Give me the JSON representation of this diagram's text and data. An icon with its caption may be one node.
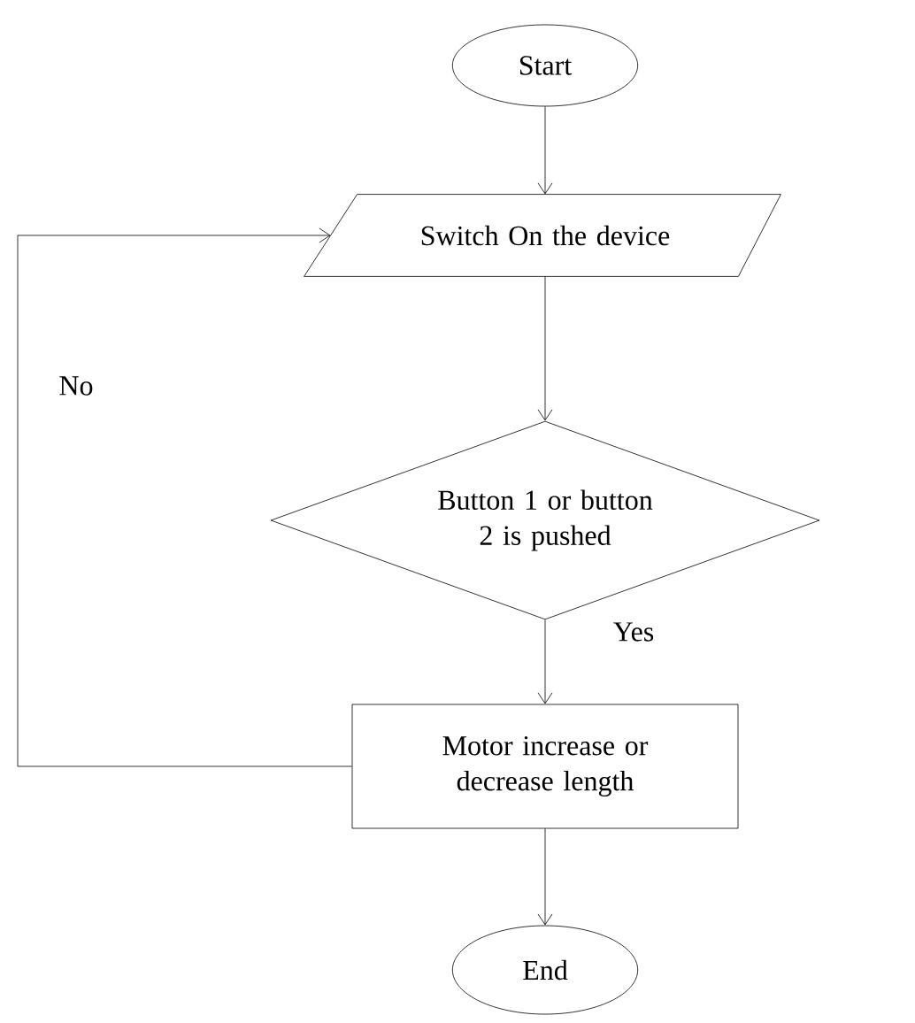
{
  "diagram": {
    "nodes": [
      {
        "text": [
          "Start"
        ]
      },
      {
        "text": [
          "Switch On the device"
        ]
      },
      {
        "text": [
          "Button 1 or button 2 is pushed"
        ]
      },
      {
        "text": [
          "Motor increase or decrease length"
        ]
      },
      {
        "text": [
          "End"
        ]
      }
    ],
    "edges": [
      {
        "from": 0,
        "to": 1,
        "arrow": "to"
      },
      {
        "from": 1,
        "to": 2,
        "arrow": "to"
      },
      {
        "from": 2,
        "to": 3,
        "arrow": "to",
        "label": "Yes"
      },
      {
        "from": 3,
        "to": 1,
        "arrow": "to",
        "label": "No"
      },
      {
        "from": 3,
        "to": 4,
        "arrow": "to"
      }
    ]
  }
}
